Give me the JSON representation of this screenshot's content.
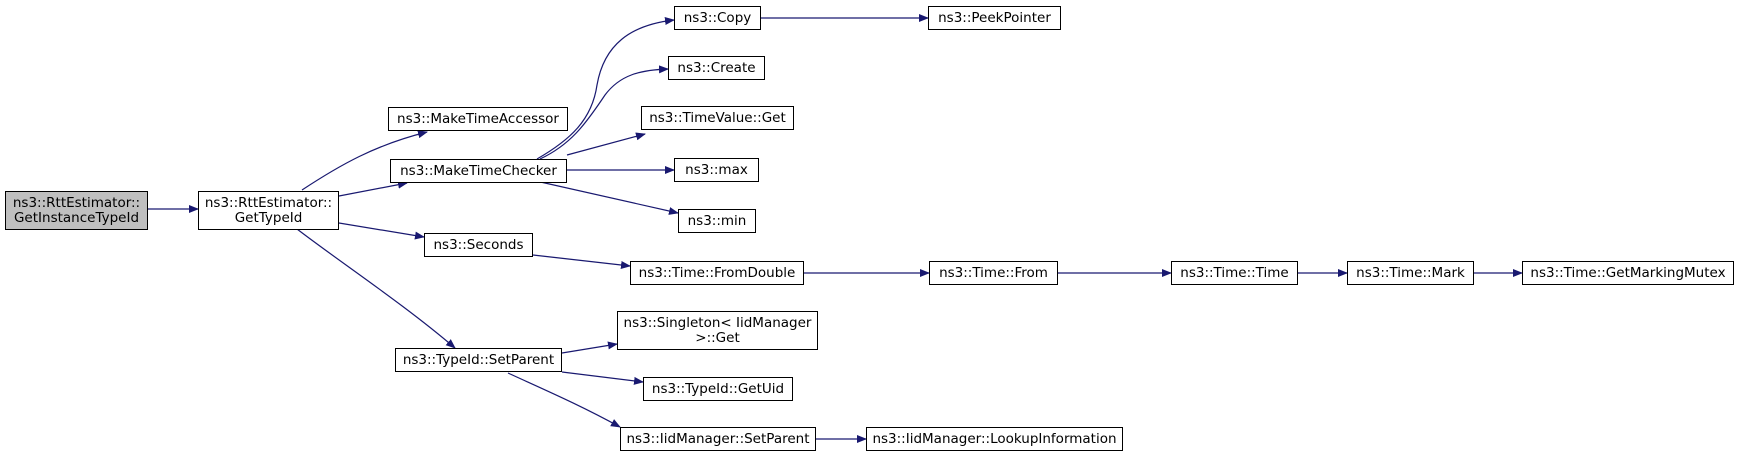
{
  "colors": {
    "edge": "#191970",
    "node_border": "#000000",
    "root_fill": "#bfbfbf",
    "node_fill": "#ffffff"
  },
  "nodes": {
    "root": {
      "line1": "ns3::RttEstimator::",
      "line2": "GetInstanceTypeId"
    },
    "gettypeid": {
      "line1": "ns3::RttEstimator::",
      "line2": "GetTypeId"
    },
    "maketimeaccessor": {
      "label": "ns3::MakeTimeAccessor"
    },
    "maketimechecker": {
      "label": "ns3::MakeTimeChecker"
    },
    "seconds": {
      "label": "ns3::Seconds"
    },
    "typeid_setparent": {
      "label": "ns3::TypeId::SetParent"
    },
    "copy": {
      "label": "ns3::Copy"
    },
    "peekpointer": {
      "label": "ns3::PeekPointer"
    },
    "create": {
      "label": "ns3::Create"
    },
    "timevalue_get": {
      "label": "ns3::TimeValue::Get"
    },
    "max": {
      "label": "ns3::max"
    },
    "min": {
      "label": "ns3::min"
    },
    "time_fromdouble": {
      "label": "ns3::Time::FromDouble"
    },
    "time_from": {
      "label": "ns3::Time::From"
    },
    "time_time": {
      "label": "ns3::Time::Time"
    },
    "time_mark": {
      "label": "ns3::Time::Mark"
    },
    "time_getmarkingmutex": {
      "label": "ns3::Time::GetMarkingMutex"
    },
    "singleton_get": {
      "line1": "ns3::Singleton< IidManager",
      "line2": ">::Get"
    },
    "typeid_getuid": {
      "label": "ns3::TypeId::GetUid"
    },
    "iidmanager_setparent": {
      "label": "ns3::IidManager::SetParent"
    },
    "iidmanager_lookupinformation": {
      "label": "ns3::IidManager::LookupInformation"
    }
  }
}
